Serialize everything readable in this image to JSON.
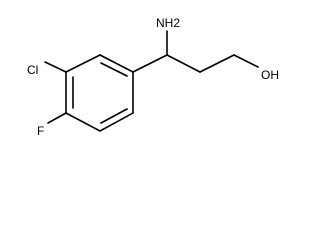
{
  "molecule": {
    "atoms": {
      "amine": "NH2",
      "hydroxyl": "OH",
      "chloro": "Cl",
      "fluoro": "F"
    }
  },
  "colors": {
    "background": "#ffffff",
    "ink": "#000000"
  }
}
